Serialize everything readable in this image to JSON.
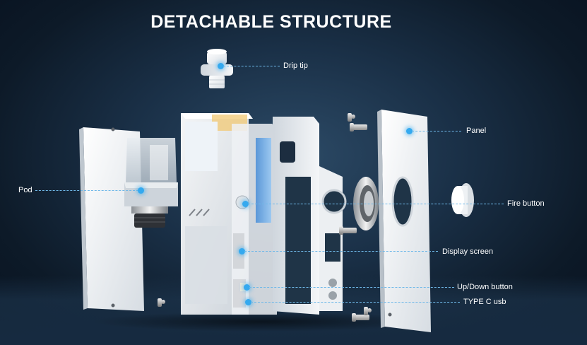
{
  "title": "DETACHABLE STRUCTURE",
  "labels": {
    "drip_tip": "Drip tip",
    "panel": "Panel",
    "pod": "Pod",
    "fire_button": "Fire button",
    "display_screen": "Display screen",
    "updown_button": "Up/Down button",
    "typec_usb": "TYPE C usb"
  },
  "colors": {
    "accent_dot": "#34a9ef",
    "leader_line": "#6fb8e8",
    "title_text": "#ffffff",
    "background": "#1a3047"
  }
}
